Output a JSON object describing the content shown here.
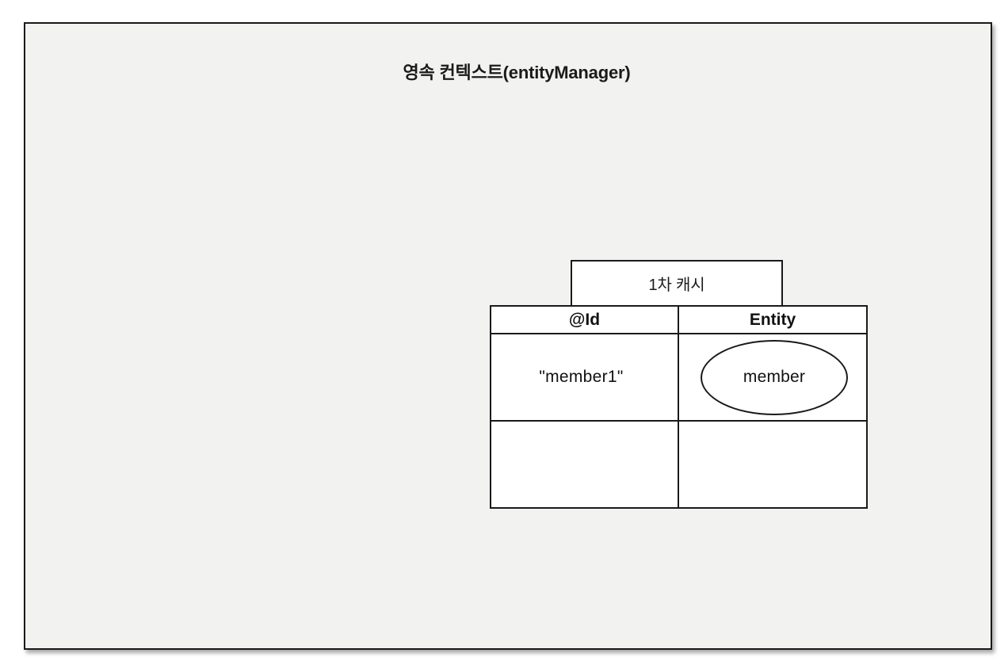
{
  "slide": {
    "title": "영속 컨텍스트(entityManager)",
    "background_color": "#f2f2f1",
    "border_color": "#1a1a1a"
  },
  "cache": {
    "label": "1차 캐시",
    "table": {
      "headers": [
        "@Id",
        "Entity"
      ],
      "rows": [
        {
          "id": "\"member1\"",
          "entity": "member",
          "entity_shape": "ellipse"
        },
        {
          "id": "",
          "entity": "",
          "entity_shape": "none"
        }
      ]
    }
  }
}
